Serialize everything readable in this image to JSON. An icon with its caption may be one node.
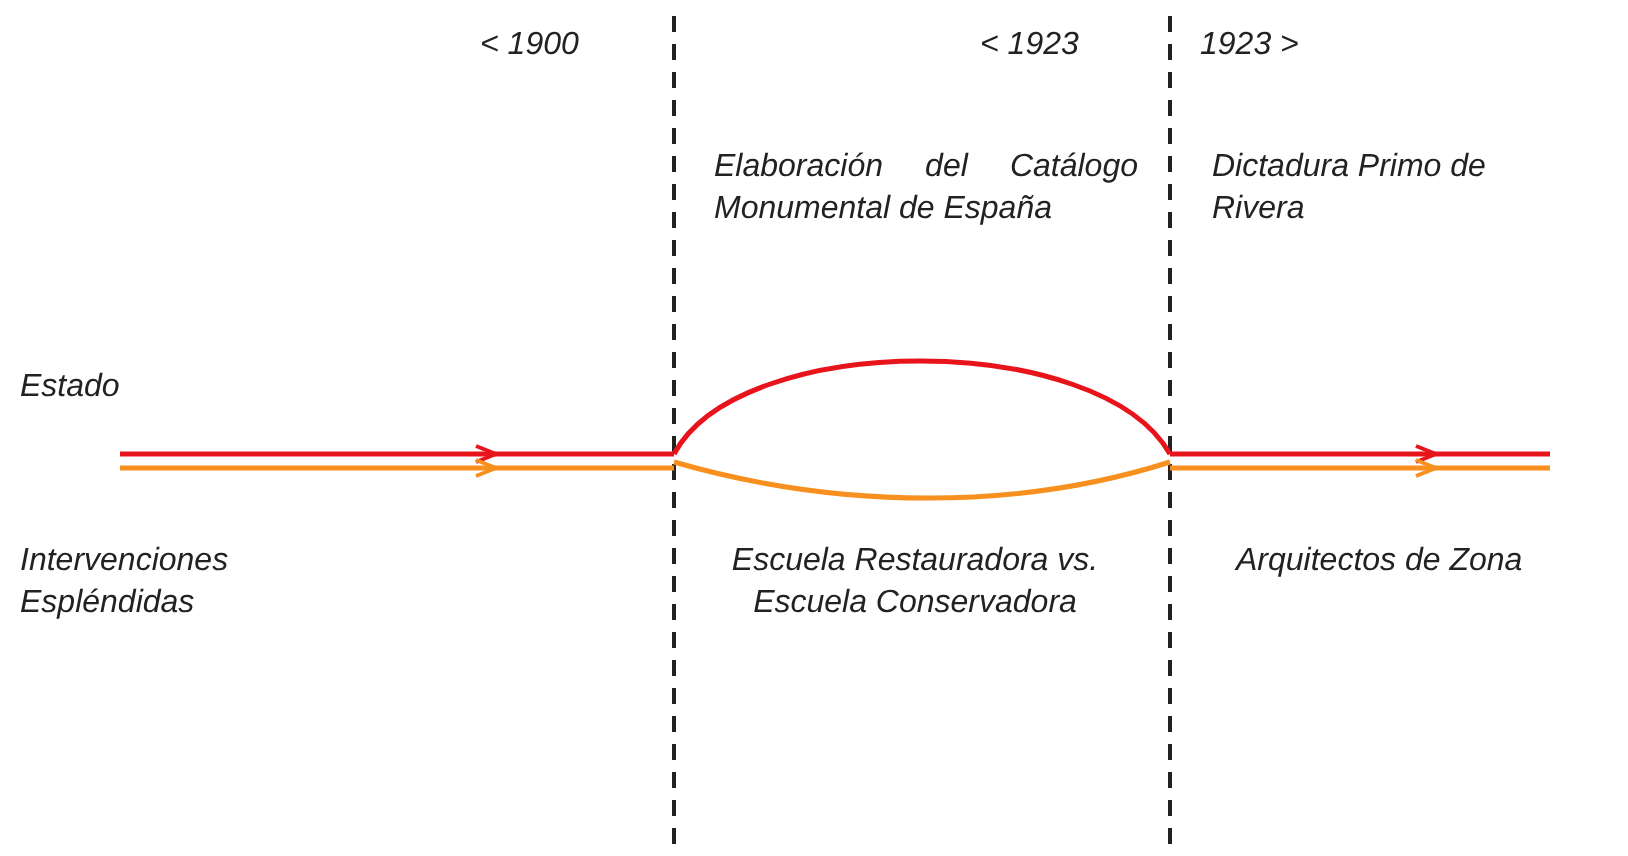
{
  "diagram": {
    "labels": [
      "< 1900",
      "< 1923",
      "1923 >",
      "Elaboración del Catálogo Monumental de España",
      "Dictadura Primo de Rivera",
      "Estado",
      "Intervenciones Espléndidas",
      "Escuela Restauradora vs. Escuela Conservadora",
      "Arquitectos de Zona"
    ]
  }
}
